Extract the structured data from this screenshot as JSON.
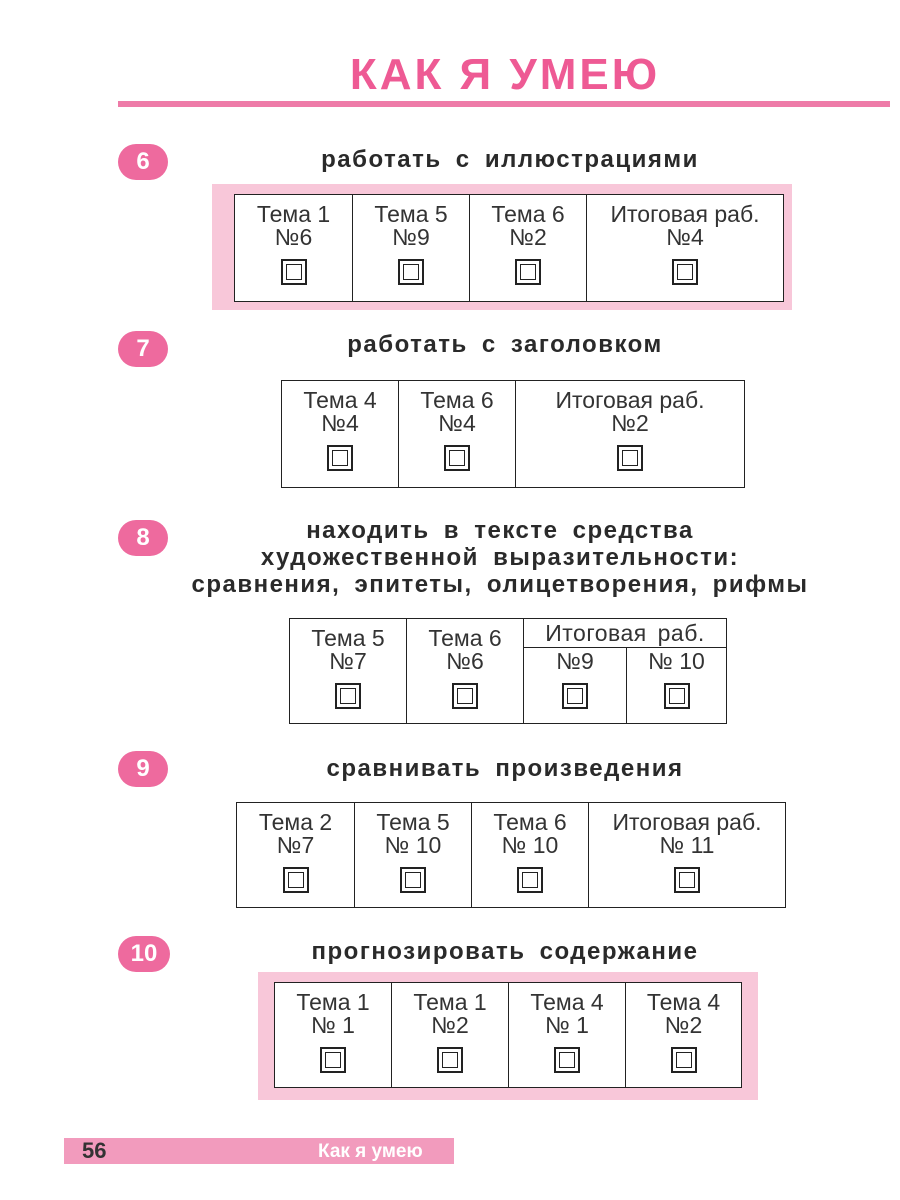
{
  "header": {
    "title": "КАК Я УМЕЮ"
  },
  "sections": [
    {
      "number": "6",
      "title_lines": [
        "работать с иллюстрациями"
      ],
      "cells": [
        {
          "topic": "Тема 1",
          "task": "№6"
        },
        {
          "topic": "Тема 5",
          "task": "№9"
        },
        {
          "topic": "Тема 6",
          "task": "№2"
        },
        {
          "topic": "Итоговая раб.",
          "task": "№4"
        }
      ]
    },
    {
      "number": "7",
      "title_lines": [
        "работать с заголовком"
      ],
      "cells": [
        {
          "topic": "Тема 4",
          "task": "№4"
        },
        {
          "topic": "Тема 6",
          "task": "№4"
        },
        {
          "topic": "Итоговая раб.",
          "task": "№2"
        }
      ]
    },
    {
      "number": "8",
      "title_lines": [
        "находить в тексте средства",
        "художественной выразительности:",
        "сравнения, эпитеты, олицетворения, рифмы"
      ],
      "cells": [
        {
          "topic": "Тема 5",
          "task": "№7"
        },
        {
          "topic": "Тема 6",
          "task": "№6"
        }
      ],
      "group": {
        "topic": "Итоговая раб.",
        "tasks": [
          "№9",
          "№ 10"
        ]
      }
    },
    {
      "number": "9",
      "title_lines": [
        "сравнивать произведения"
      ],
      "cells": [
        {
          "topic": "Тема 2",
          "task": "№7"
        },
        {
          "topic": "Тема 5",
          "task": "№ 10"
        },
        {
          "topic": "Тема 6",
          "task": "№ 10"
        },
        {
          "topic": "Итоговая раб.",
          "task": "№ 11"
        }
      ]
    },
    {
      "number": "10",
      "title_lines": [
        "прогнозировать содержание"
      ],
      "cells": [
        {
          "topic": "Тема 1",
          "task": "№ 1"
        },
        {
          "topic": "Тема 1",
          "task": "№2"
        },
        {
          "topic": "Тема 4",
          "task": "№ 1"
        },
        {
          "topic": "Тема 4",
          "task": "№2"
        }
      ]
    }
  ],
  "footer": {
    "page_number": "56",
    "text": "Как я умею"
  },
  "colors": {
    "accent": "#ee5a94",
    "table_highlight": "#f8c7d9",
    "badge": "#ee6a9e"
  }
}
